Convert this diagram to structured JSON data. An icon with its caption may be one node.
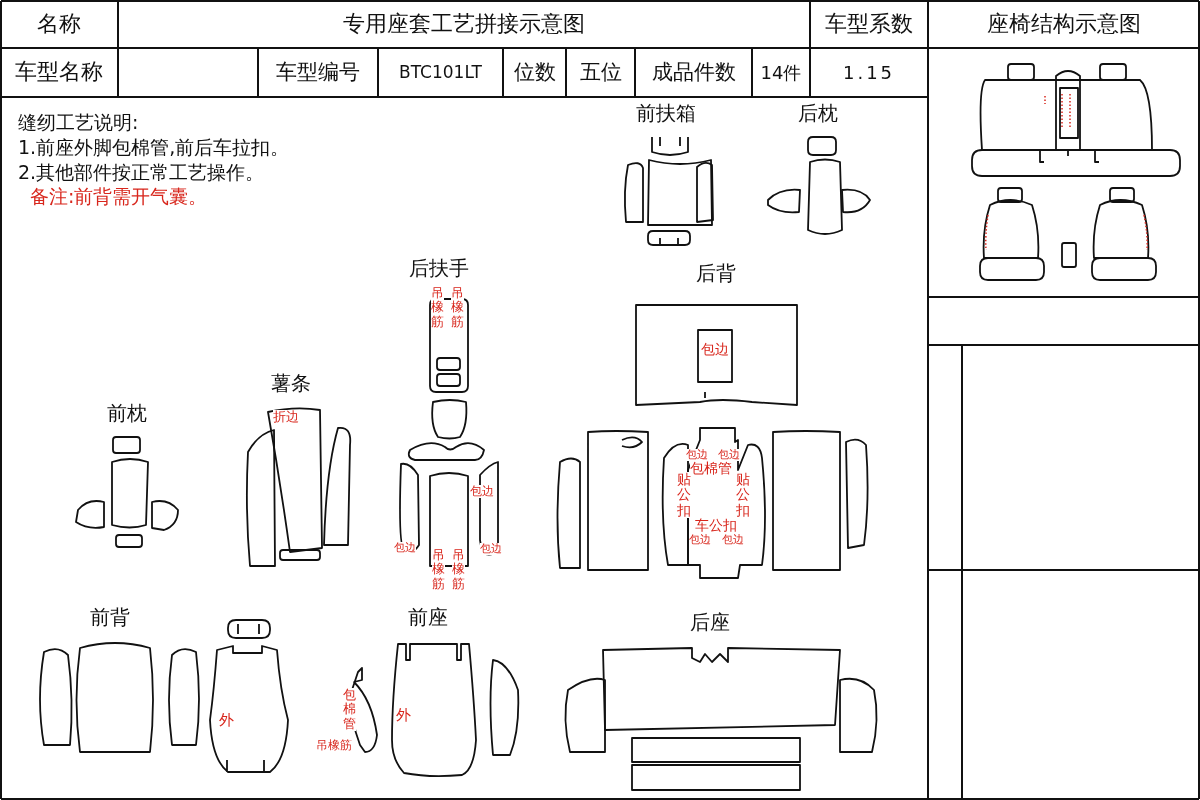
{
  "diagram": {
    "labels": [
      "名称",
      "专用座套工艺拼接示意图",
      "车型系数",
      "座椅结构示意图",
      "车型名称",
      "车型编号",
      "BTC101LT",
      "位数",
      "五位",
      "成品件数",
      "14件",
      "1.15",
      "缝纫工艺说明:",
      "1.前座外脚包棉管,前后车拉扣。",
      "2.其他部件按正常工艺操作。",
      "备注:前背需开气囊。",
      "前扶箱",
      "后枕",
      "后扶手",
      "后背",
      "吊橡筋",
      "吊橡筋",
      "包边",
      "前枕",
      "薯条",
      "折边",
      "包边",
      "包边",
      "吊橡筋",
      "吊橡筋",
      "包边",
      "包边",
      "包边",
      "包棉管",
      "贴公扣",
      "贴公扣",
      "车公扣",
      "包边",
      "包边",
      "前背",
      "前座",
      "后座",
      "外",
      "包棉管",
      "吊橡筋",
      "外"
    ]
  }
}
